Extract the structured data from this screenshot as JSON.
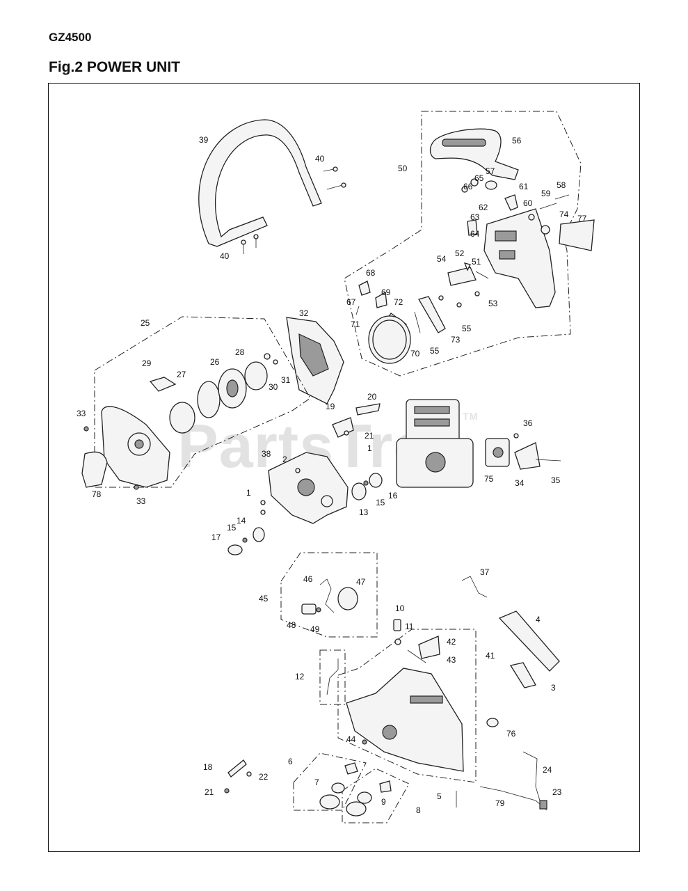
{
  "header": {
    "model": "GZ4500",
    "figure_title": "Fig.2 POWER UNIT"
  },
  "watermark": {
    "text": "PartsTree",
    "tm": "TM"
  },
  "callouts": {
    "c39": "39",
    "c40a": "40",
    "c40b": "40",
    "c50": "50",
    "c56": "56",
    "c57": "57",
    "c65": "65",
    "c66": "66",
    "c61": "61",
    "c59": "59",
    "c58": "58",
    "c60": "60",
    "c62": "62",
    "c63": "63",
    "c64": "64",
    "c74": "74",
    "c77": "77",
    "c52": "52",
    "c54": "54",
    "c51": "51",
    "c53": "53",
    "c68": "68",
    "c67": "67",
    "c69": "69",
    "c72": "72",
    "c71": "71",
    "c55a": "55",
    "c55b": "55",
    "c73": "73",
    "c70": "70",
    "c32": "32",
    "c25": "25",
    "c29": "29",
    "c27": "27",
    "c26": "26",
    "c28": "28",
    "c30": "30",
    "c31": "31",
    "c33a": "33",
    "c33b": "33",
    "c78": "78",
    "c19": "19",
    "c20": "20",
    "c21a": "21",
    "c1a": "1",
    "c1b": "1",
    "c2": "2",
    "c38": "38",
    "c36": "36",
    "c75": "75",
    "c34": "34",
    "c35": "35",
    "c13": "13",
    "c15a": "15",
    "c16": "16",
    "c14": "14",
    "c15b": "15",
    "c17": "17",
    "c45": "45",
    "c46": "46",
    "c47": "47",
    "c48": "48",
    "c49": "49",
    "c37": "37",
    "c10": "10",
    "c11": "11",
    "c42": "42",
    "c43": "43",
    "c41": "41",
    "c4": "4",
    "c3": "3",
    "c12": "12",
    "c76": "76",
    "c44": "44",
    "c18": "18",
    "c22": "22",
    "c21b": "21",
    "c6": "6",
    "c7": "7",
    "c9": "9",
    "c8": "8",
    "c5": "5",
    "c79": "79",
    "c24": "24",
    "c23": "23"
  }
}
